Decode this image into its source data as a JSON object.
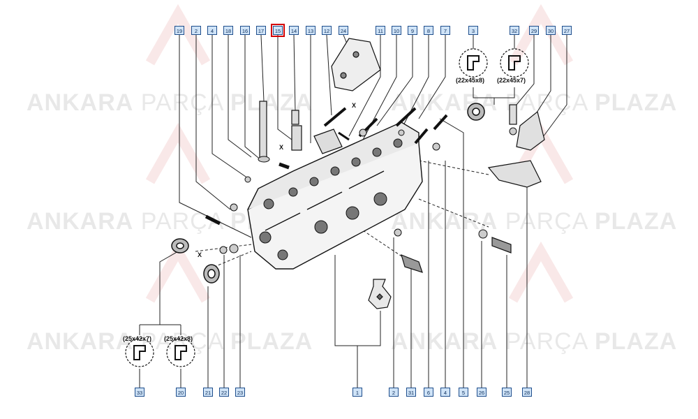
{
  "watermark": {
    "brand1": "ANKARA",
    "brand2": "PARÇA",
    "brand3": "PLAZA"
  },
  "callouts_top": [
    "19",
    "2",
    "4",
    "18",
    "16",
    "17",
    "15",
    "14",
    "13",
    "12",
    "24",
    "11",
    "10",
    "9",
    "8",
    "7",
    "3",
    "32",
    "29",
    "30",
    "27"
  ],
  "callouts_bottom": [
    "33",
    "20",
    "21",
    "22",
    "23",
    "1",
    "2",
    "31",
    "6",
    "4",
    "5",
    "26",
    "25",
    "28"
  ],
  "highlighted_callout": "15",
  "seal_sizes": {
    "top_left": "(22x45x8)",
    "top_right": "(22x45x7)",
    "bottom_left": "(25x42x7)",
    "bottom_right": "(25x42x8)"
  },
  "marker_x": "X"
}
